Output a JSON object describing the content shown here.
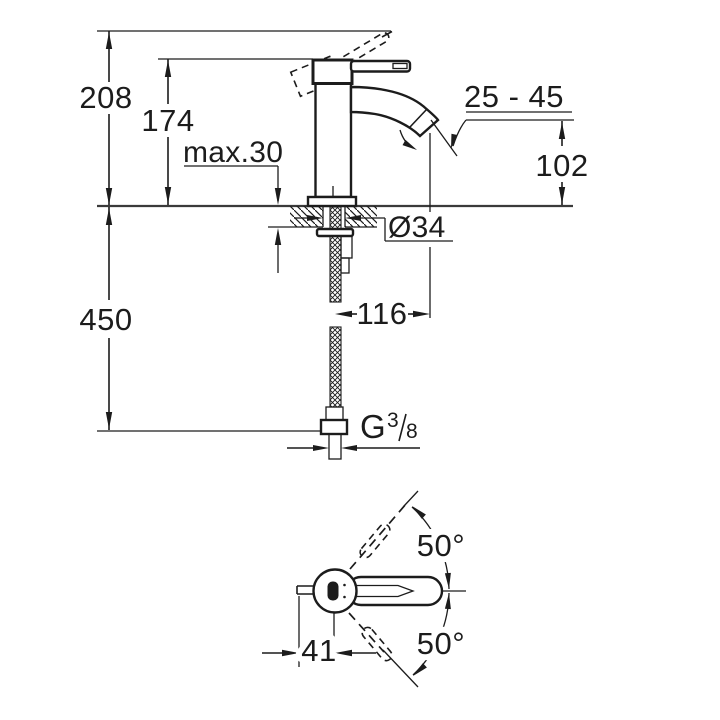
{
  "side_view": {
    "height_total": "208",
    "height_to_aerator": "174",
    "deck_thickness": "max.30",
    "aerator_angle_range": "25 - 45",
    "outlet_height": "102",
    "hose_length": "450",
    "hole_diameter": "Ø34",
    "spout_reach": "116",
    "thread_label": {
      "prefix": "G",
      "numerator": "3",
      "denominator": "8"
    }
  },
  "top_view": {
    "swivel_angle_upper": "50°",
    "swivel_angle_lower": "50°",
    "outlet_offset": "41"
  },
  "colors": {
    "line": "#1c1c1c",
    "background": "#ffffff"
  }
}
